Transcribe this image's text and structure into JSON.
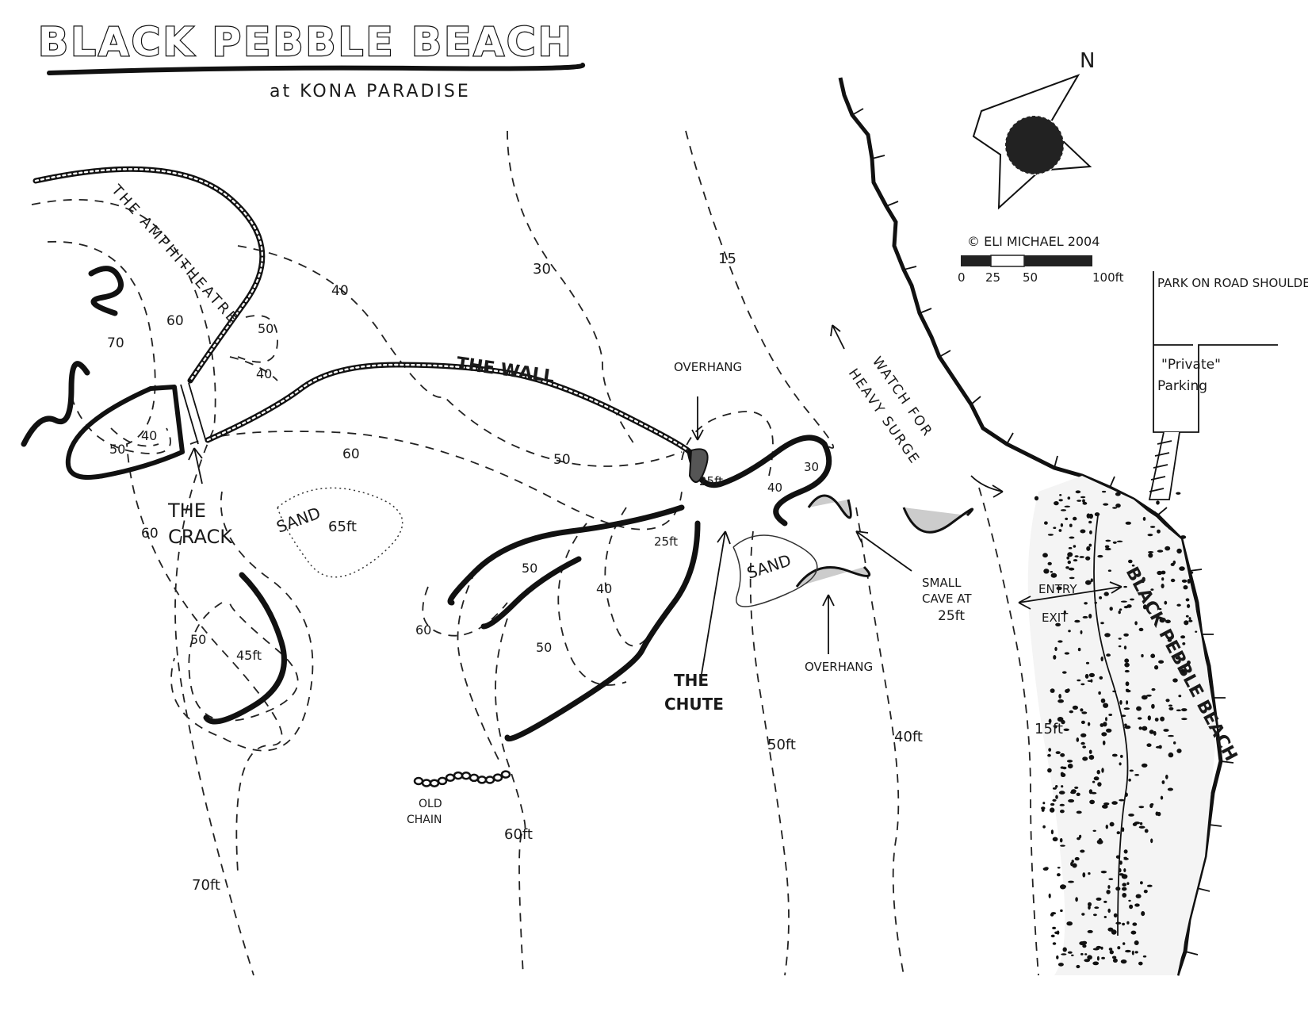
{
  "title": {
    "main": "BLACK PEBBLE BEACH",
    "subtitle": "at KONA PARADISE"
  },
  "compass": {
    "north_label": "N"
  },
  "scale": {
    "credit": "© ELI MICHAEL 2004",
    "ticks": [
      "0",
      "25",
      "50",
      "100ft"
    ]
  },
  "parking": {
    "road": "PARK ON ROAD SHOULDER",
    "private_line1": "\"Private\"",
    "private_line2": "Parking"
  },
  "features": {
    "amphitheatre": "THE AMPHITHEATRE",
    "wall": "THE WALL",
    "crack_line1": "THE",
    "crack_line2": "CRACK",
    "chute_line1": "THE",
    "chute_line2": "CHUTE",
    "overhang_top": "OVERHANG",
    "overhang_bottom": "OVERHANG",
    "surge_line1": "WATCH FOR",
    "surge_line2": "HEAVY SURGE",
    "small_cave_line1": "SMALL",
    "small_cave_line2": "CAVE AT",
    "small_cave_line3": "25ft",
    "sand_left": "SAND",
    "sand_left_depth": "65ft",
    "sand_right": "SAND",
    "old_chain_line1": "OLD",
    "old_chain_line2": "CHAIN",
    "entry": "ENTRY",
    "exit": "EXIT",
    "beach_name": "BLACK PEBBLE BEACH"
  },
  "depths": {
    "d70_left": "70",
    "d60_amph": "60",
    "d50_amph": "50",
    "d40_amph": "40",
    "d40_upper": "40",
    "d50_small": "50",
    "d40_small": "40",
    "d30": "30",
    "d15": "15",
    "d60_mid": "60",
    "d50_wall": "50",
    "d25ft_a": "25ft",
    "d25ft_b": "25ft",
    "d30_b": "30",
    "d40_b": "40",
    "d60_left": "60",
    "d50_lower": "50",
    "d45ft": "45ft",
    "d50_finger": "50",
    "d40_finger": "40",
    "d60_finger": "60",
    "d50_finger2": "50",
    "d70ft": "70ft",
    "d60ft": "60ft",
    "d50ft": "50ft",
    "d40ft": "40ft",
    "d15ft": "15ft"
  }
}
